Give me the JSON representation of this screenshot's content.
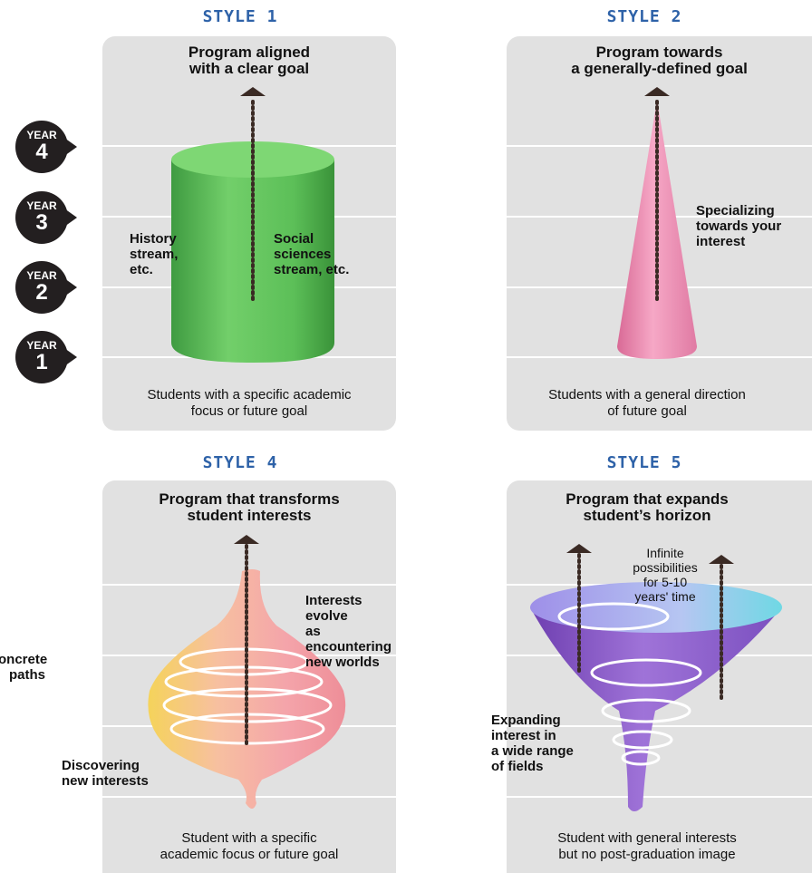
{
  "year_markers": [
    {
      "word": "YEAR",
      "num": "4"
    },
    {
      "word": "YEAR",
      "num": "3"
    },
    {
      "word": "YEAR",
      "num": "2"
    },
    {
      "word": "YEAR",
      "num": "1"
    }
  ],
  "panels": {
    "style1": {
      "heading": "STYLE 1",
      "title": [
        "Program aligned",
        "with a clear goal"
      ],
      "left_label": [
        "History",
        "stream,",
        "etc."
      ],
      "right_label": [
        "Social",
        "sciences",
        "stream, etc."
      ],
      "footer": [
        "Students with a specific academic",
        "focus or future goal"
      ],
      "shape_color": "#5fbf5a"
    },
    "style2": {
      "heading": "STYLE 2",
      "title": [
        "Program towards",
        "a generally-defined goal"
      ],
      "right_label": [
        "Specializing",
        "towards your",
        "interest"
      ],
      "footer": [
        "Students with a general direction",
        "of future goal"
      ],
      "shape_color": "#ee8ab0"
    },
    "style4": {
      "heading": "STYLE 4",
      "title": [
        "Program that transforms",
        "student interests"
      ],
      "right_label": [
        "Interests evolve",
        "as encountering",
        "new worlds"
      ],
      "left_label": [
        "Discovering",
        "new interests"
      ],
      "outside_label": [
        "oncrete",
        "paths"
      ],
      "footer": [
        "Student with a specific",
        "academic focus or future goal"
      ],
      "shape_color": "#f3a6a8"
    },
    "style5": {
      "heading": "STYLE 5",
      "title": [
        "Program that expands",
        "student’s horizon"
      ],
      "top_label": [
        "Infinite",
        "possibilities",
        "for 5-10",
        "years' time"
      ],
      "left_label": [
        "Expanding",
        "interest in",
        "a wide range",
        "of fields"
      ],
      "footer": [
        "Student with general interests",
        "but no post-graduation image"
      ],
      "shape_color": "#8a5cc6"
    }
  },
  "colors": {
    "heading": "#2e62a8",
    "panel_bg": "#e1e1e1",
    "arrow": "#3a2a24"
  }
}
